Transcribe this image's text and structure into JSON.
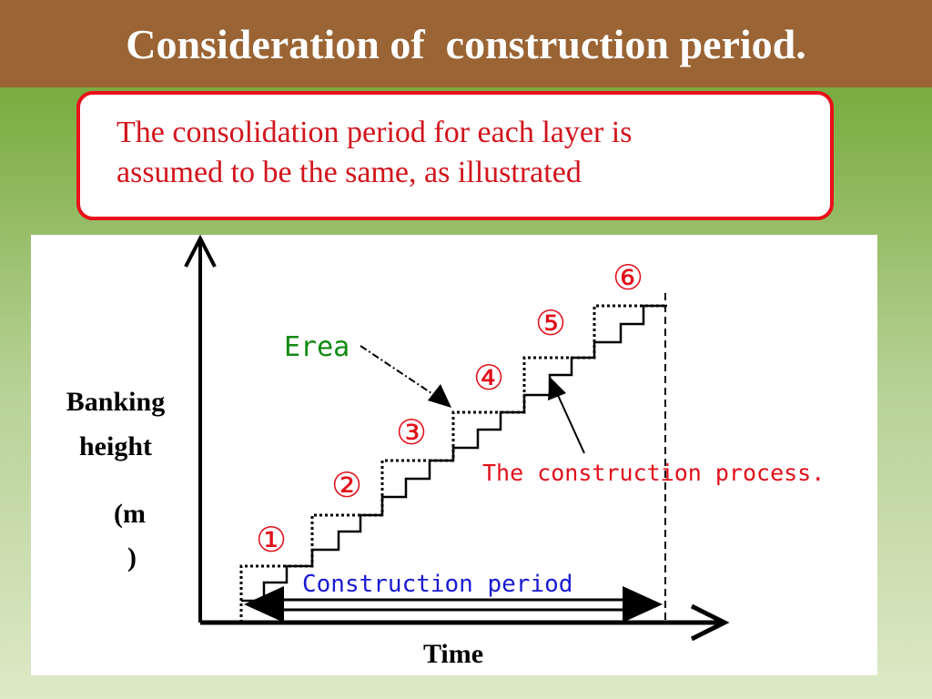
{
  "title": "Consideration of  construction period.",
  "note": {
    "line1": "The consolidation period for each layer is",
    "line2": "assumed to be the same, as illustrated"
  },
  "diagram": {
    "y_axis_label_line1": "Banking",
    "y_axis_label_line2": "height",
    "y_axis_unit_line1": "(m",
    "y_axis_unit_line2": ")",
    "x_axis_label": "Time",
    "area_label": "Erea",
    "process_label": "The construction process.",
    "period_label": "Construction period",
    "layer_markers": [
      "①",
      "②",
      "③",
      "④",
      "⑤",
      "⑥"
    ]
  },
  "colors": {
    "title_bar": "#9a6434",
    "note_border": "#e8101a",
    "note_text": "#d2141c",
    "area_label": "#118a11",
    "process_label": "#e0101a",
    "period_label": "#1a1ad0",
    "marker": "#e0101a"
  }
}
